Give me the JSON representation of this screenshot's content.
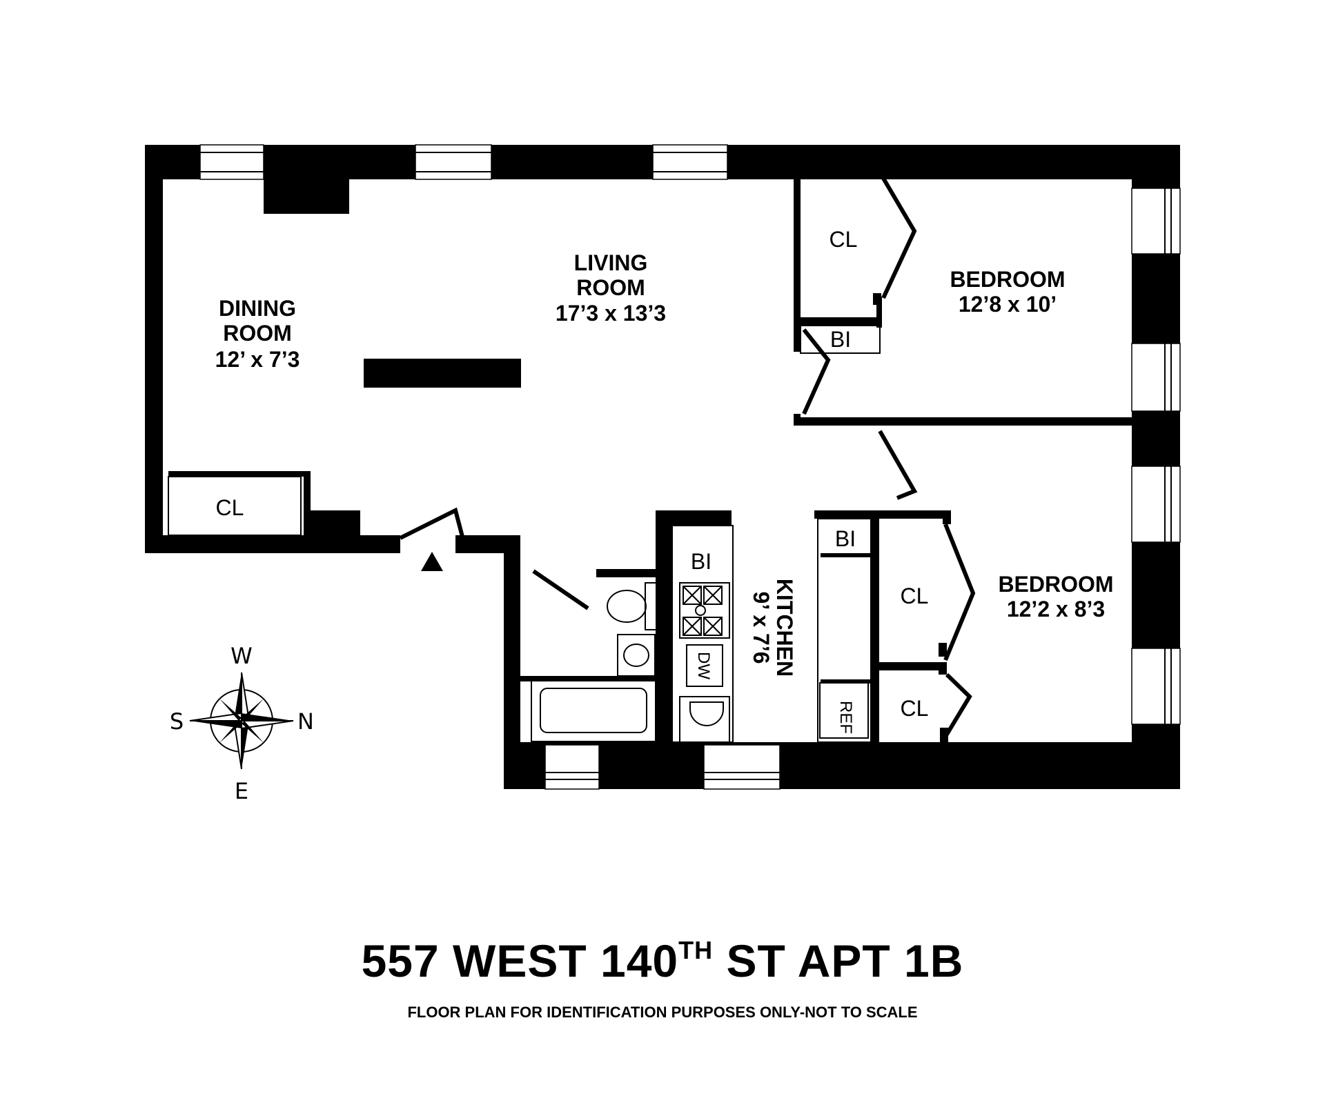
{
  "rooms": {
    "dining": {
      "name_line1": "DINING",
      "name_line2": "ROOM",
      "size": "12’ x 7’3"
    },
    "living": {
      "name_line1": "LIVING",
      "name_line2": "ROOM",
      "size": "17’3 x 13’3"
    },
    "bedroom_1": {
      "name": "BEDROOM",
      "size": "12’8 x 10’"
    },
    "bedroom_2": {
      "name": "BEDROOM",
      "size": "12’2 x 8’3"
    },
    "kitchen": {
      "name": "KITCHEN",
      "size": "9’ x 7’6"
    }
  },
  "closets": {
    "dining_closet": "CL",
    "bedroom_1_closet": "CL",
    "bedroom_2_closet": "CL",
    "bedroom_2_small_closet": "CL"
  },
  "built_ins": {
    "bedroom_1_bi": "BI",
    "kitchen_bi_left": "BI",
    "kitchen_bi_right": "BI"
  },
  "appliances": {
    "dishwasher": "DW",
    "refrigerator": "REF"
  },
  "compass": {
    "top": "W",
    "bottom": "E",
    "left": "S",
    "right": "N"
  },
  "title": {
    "address_main": "557 WEST 140",
    "address_sup": "TH",
    "address_rest": " ST APT 1B",
    "disclaimer": "FLOOR PLAN FOR IDENTIFICATION PURPOSES ONLY-NOT TO SCALE"
  }
}
